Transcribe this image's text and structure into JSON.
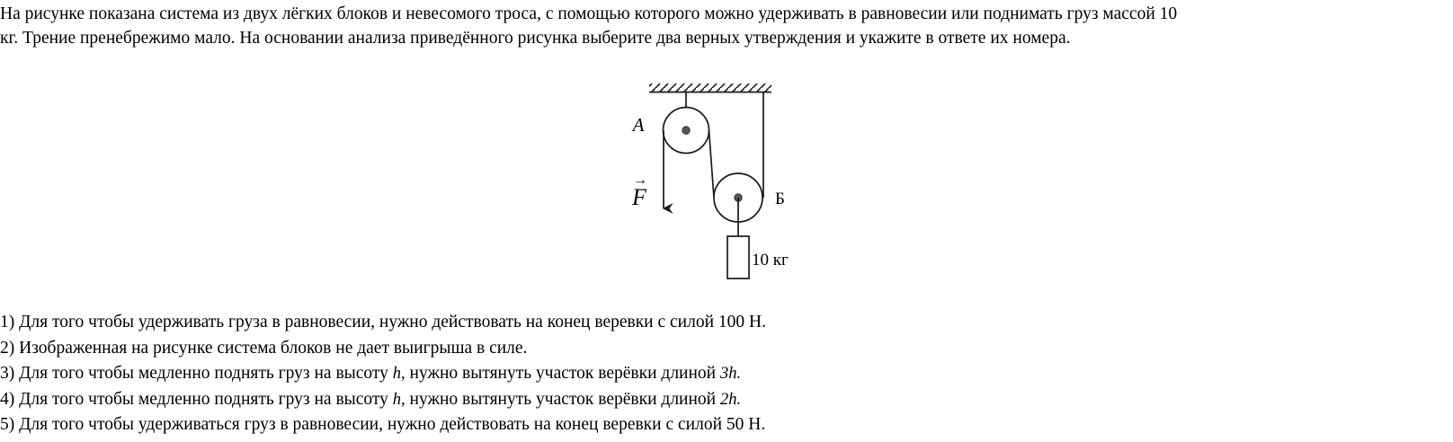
{
  "problem": {
    "lines": [
      "На рисунке показана система из двух лёгких блоков и невесомого троса, с помощью которого можно удерживать в равновесии или поднимать груз массой 10",
      "кг. Трение пренебрежимо мало. На основании анализа приведённого рисунка выберите два верных утверждения и укажите в ответе их номера."
    ]
  },
  "figure": {
    "pulley_a_label": "A",
    "pulley_b_label": "Б",
    "force_label": "F",
    "force_arrow_symbol": "→",
    "mass_label": "10 кг",
    "colors": {
      "stroke": "#1a1a1a",
      "hub": "#555555",
      "background": "#ffffff"
    }
  },
  "options": [
    {
      "number": "1)",
      "text": "Для того чтобы удерживать груза в равновесии, нужно действовать на конец веревки с силой 100 Н.",
      "math_tail": ""
    },
    {
      "number": "2)",
      "text": "Изображенная на рисунке система блоков не дает выигрыша в силе.",
      "math_tail": ""
    },
    {
      "number": "3)",
      "text_before": "Для того чтобы медленно поднять груз на высоту",
      "math_mid": "h,",
      "text_after": "нужно вытянуть участок верёвки длиной",
      "math_tail": "3h."
    },
    {
      "number": "4)",
      "text_before": "Для того чтобы медленно поднять груз на высоту",
      "math_mid": "h,",
      "text_after": "нужно вытянуть участок верёвки длиной",
      "math_tail": "2h."
    },
    {
      "number": "5)",
      "text": "Для того чтобы удерживаться груз в равновесии, нужно действовать на конец веревки с силой 50 Н.",
      "math_tail": ""
    }
  ]
}
